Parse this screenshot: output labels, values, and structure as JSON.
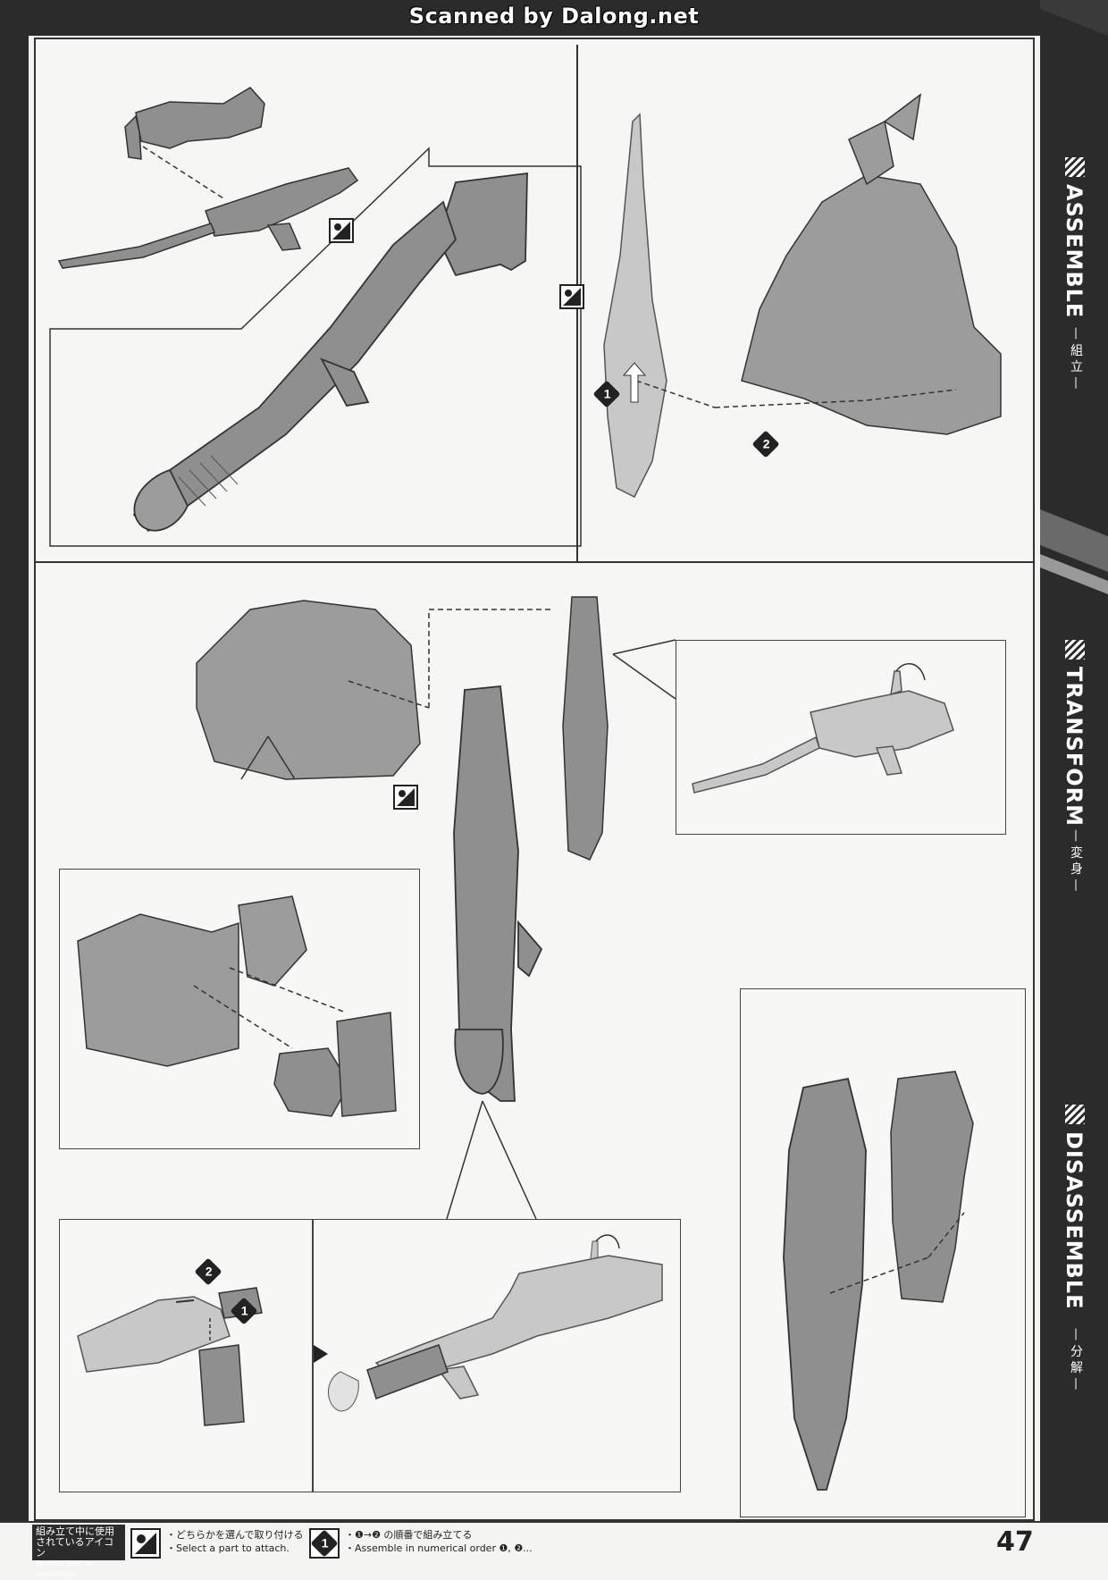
{
  "header": {
    "scan_credit": "Scanned by Dalong.net"
  },
  "sidebar": {
    "sections": [
      {
        "label": "ASSEMBLE",
        "sub": "— 組 立 —"
      },
      {
        "label": "TRANSFORM",
        "sub": "— 変 身 —"
      },
      {
        "label": "DISASSEMBLE",
        "sub": "— 分 解 —"
      }
    ]
  },
  "steps": {
    "step1": {
      "badge1": "1",
      "badge2": "2"
    },
    "bottom": {
      "badge1": "1",
      "badge2": "2"
    }
  },
  "legend": {
    "title_jp_1": "組み立て中に使用",
    "title_jp_2": "されているアイコン",
    "title_en": "Symbols used in instructions",
    "choose_jp": "・どちらかを選んで取り付ける",
    "choose_en": "・Select a part to attach.",
    "order_icon": "1",
    "order_jp": "・❶→❷ の順番で組み立てる",
    "order_en": "・Assemble in numerical order ❶, ❷..."
  },
  "page": {
    "number": "47"
  },
  "colors": {
    "dark": "#2b2b2b",
    "part": "#8f8f8f",
    "part_light": "#cfcfcf"
  }
}
